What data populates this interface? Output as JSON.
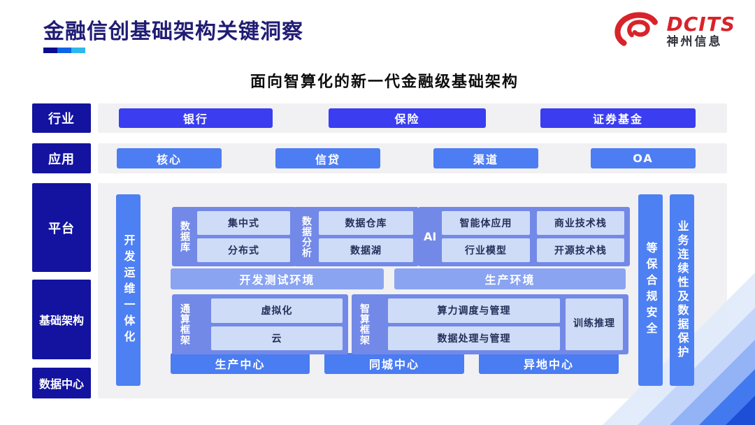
{
  "header": {
    "title": "金融信创基础架构关键洞察",
    "logo": {
      "brand": "DCITS",
      "company": "神州信息"
    },
    "subtitle": "面向智算化的新一代金融级基础架构"
  },
  "layers": {
    "industry": {
      "label": "行业"
    },
    "application": {
      "label": "应用"
    },
    "platform": {
      "label": "平台"
    },
    "infrastructure": {
      "label": "基础架构"
    },
    "datacenter": {
      "label": "数据中心"
    }
  },
  "diagram": {
    "industries": [
      "银行",
      "保险",
      "证券基金"
    ],
    "applications": [
      "核心",
      "信贷",
      "渠道",
      "OA"
    ],
    "devops_bar": "开发运维一体化",
    "groups": {
      "database": {
        "label": "数据库",
        "items": [
          "集中式",
          "分布式"
        ]
      },
      "analytics": {
        "label": "数据分析",
        "items": [
          "数据仓库",
          "数据湖"
        ]
      },
      "ai": {
        "label": "AI",
        "items": [
          "智能体应用",
          "商业技术栈",
          "行业模型",
          "开源技术栈"
        ]
      },
      "general_compute": {
        "label": "通算框架",
        "items": [
          "虚拟化",
          "云"
        ]
      },
      "ai_compute": {
        "label": "智算框架",
        "items": [
          "算力调度与管理",
          "数据处理与管理"
        ],
        "side_item": "训练推理"
      }
    },
    "environments": [
      "开发测试环境",
      "生产环境"
    ],
    "centers": [
      "生产中心",
      "同城中心",
      "异地中心"
    ],
    "security_bar": "等保合规安全",
    "continuity_bar": "业务连续性及数据保护"
  },
  "colors": {
    "title_navy": "#201c74",
    "layer_navy": "#1313a0",
    "industry_blue": "#3a3df0",
    "application_blue": "#4d7df2",
    "bar_blue": "#4d80f3",
    "group_blue": "#7389e8",
    "inner_light_blue": "#cfdcf8",
    "env_blue": "#8aa4f2",
    "center_blue": "#4a7cf2",
    "logo_red": "#d8232a",
    "panel_gray": "#f1f1f3"
  }
}
